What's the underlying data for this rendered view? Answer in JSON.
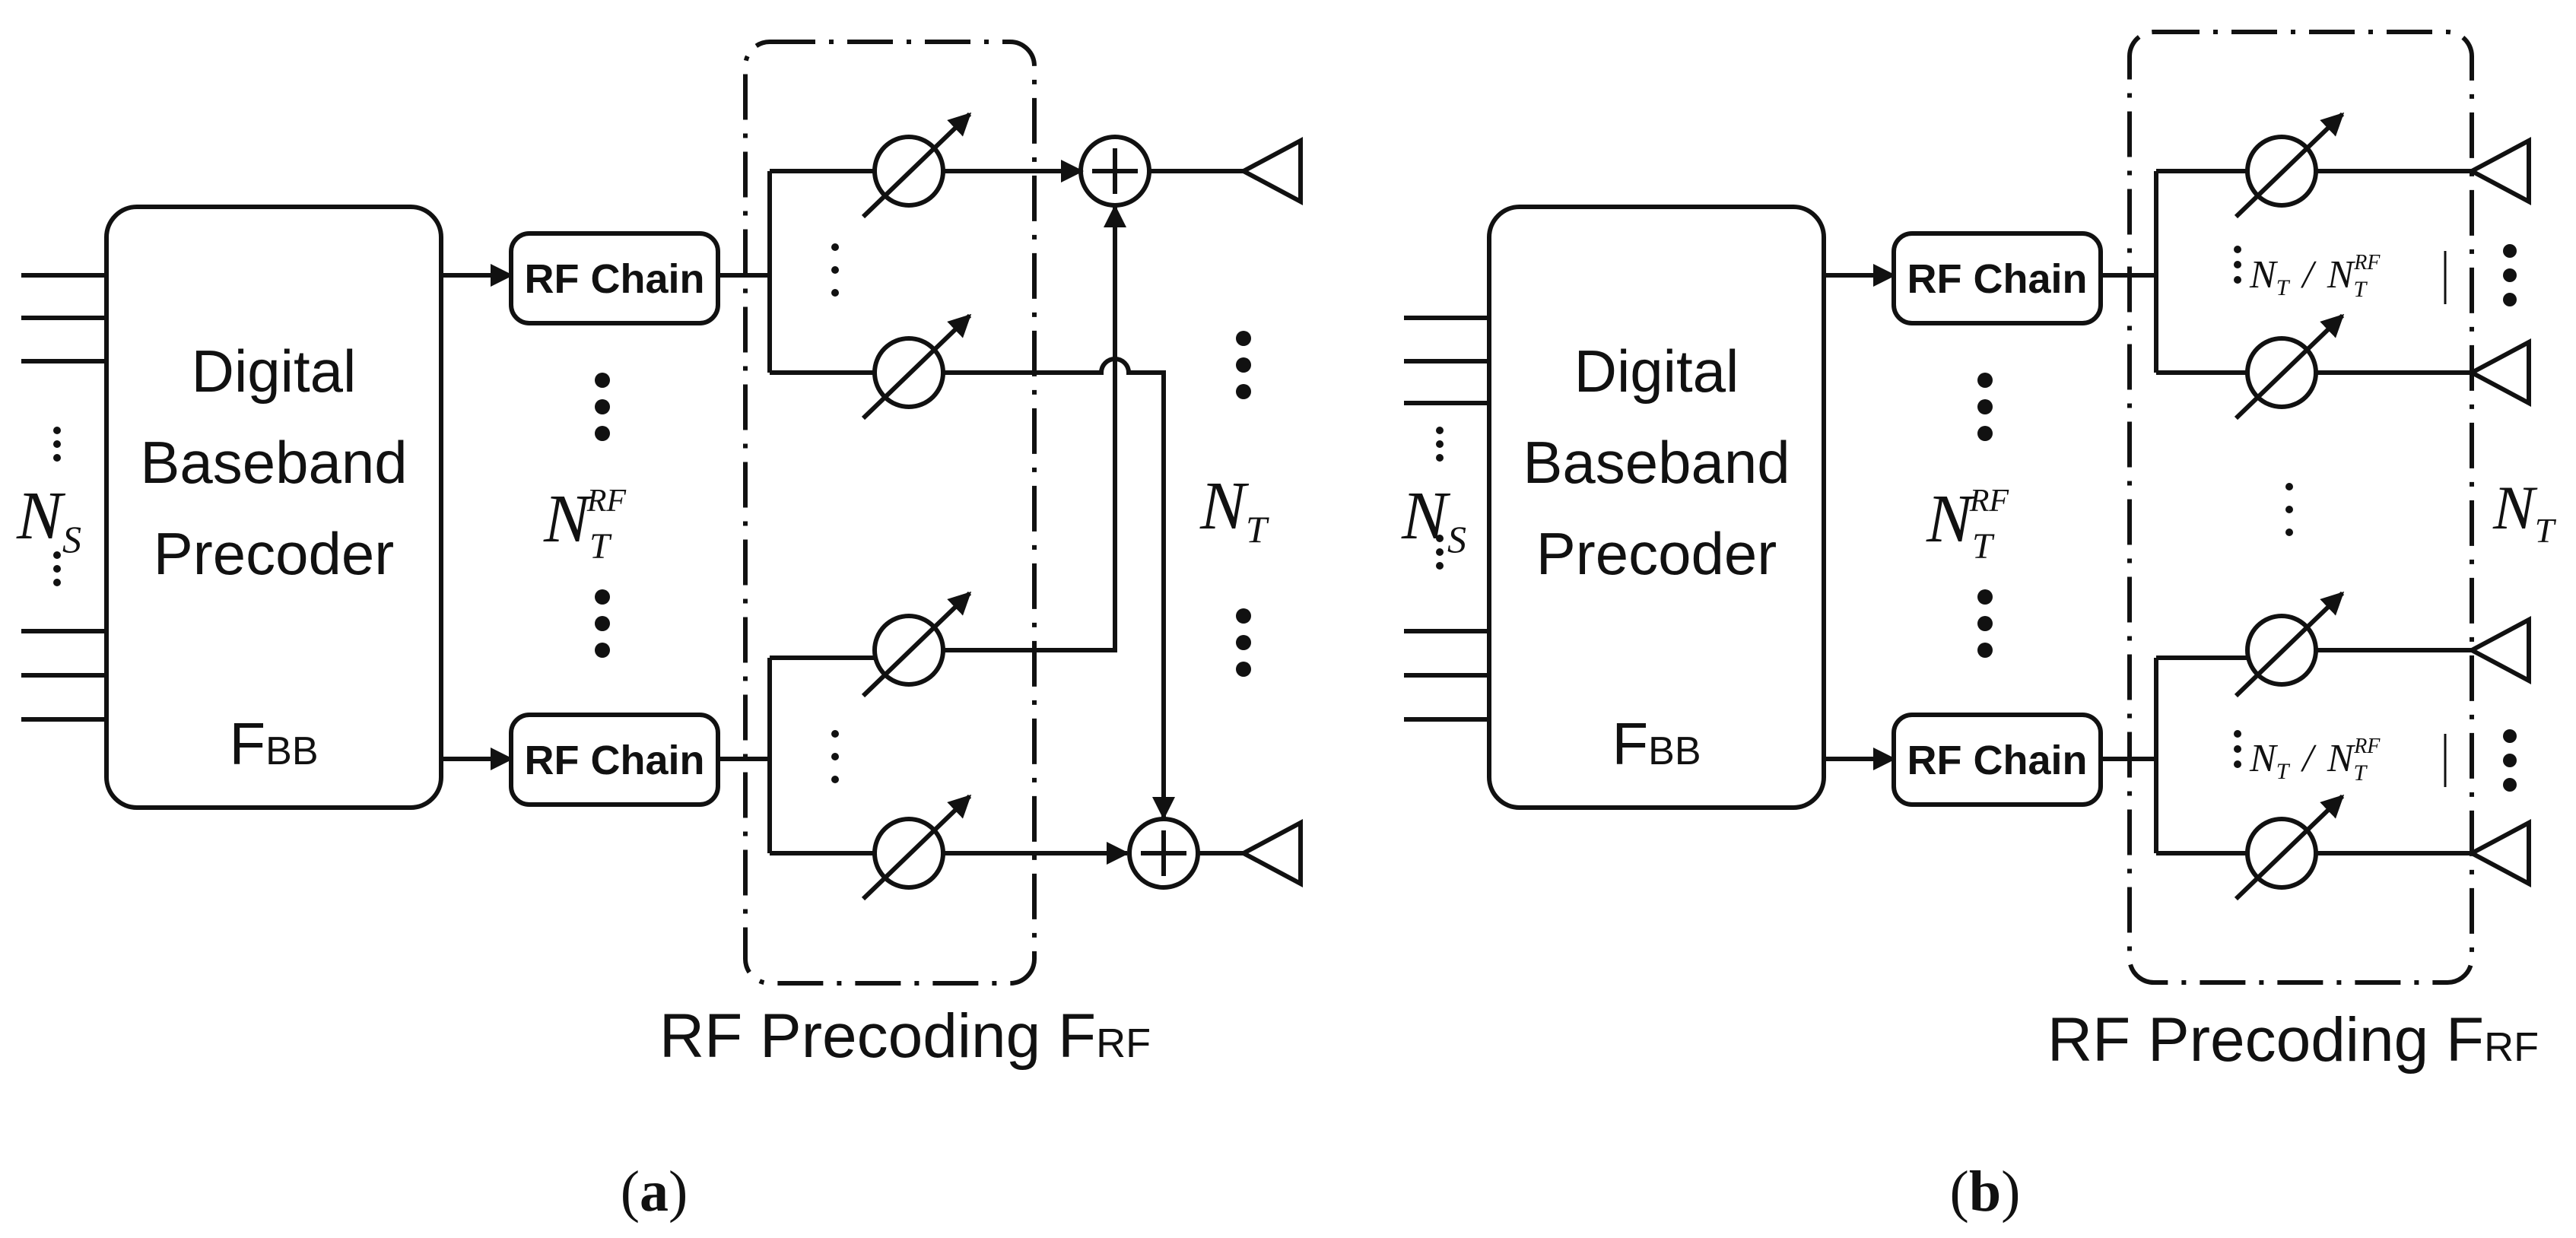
{
  "panels": [
    {
      "id": "a",
      "caption": "a",
      "baseband": {
        "line1": "Digital",
        "line2": "Baseband",
        "line3": "Precoder",
        "matrix_main": "F",
        "matrix_sub": "BB"
      },
      "rf_chain_label": "RF Chain",
      "input_streams": {
        "main": "N",
        "sub": "S"
      },
      "rf_chains_count": {
        "main": "N",
        "sub": "T",
        "sup": "RF"
      },
      "antennas_count": {
        "main": "N",
        "sub": "T"
      },
      "rf_precoding": {
        "label": "RF Precoding F",
        "sub": "RF"
      }
    },
    {
      "id": "b",
      "caption": "b",
      "baseband": {
        "line1": "Digital",
        "line2": "Baseband",
        "line3": "Precoder",
        "matrix_main": "F",
        "matrix_sub": "BB"
      },
      "rf_chain_label": "RF Chain",
      "input_streams": {
        "main": "N",
        "sub": "S"
      },
      "rf_chains_count": {
        "main": "N",
        "sub": "T",
        "sup": "RF"
      },
      "antennas_count": {
        "main": "N",
        "sub": "T"
      },
      "subarray_ratio": {
        "num_main": "N",
        "num_sub": "T",
        "slash": "/",
        "den_main": "N",
        "den_sub": "T",
        "den_sup": "RF"
      },
      "rf_precoding": {
        "label": "RF Precoding F",
        "sub": "RF"
      }
    }
  ]
}
